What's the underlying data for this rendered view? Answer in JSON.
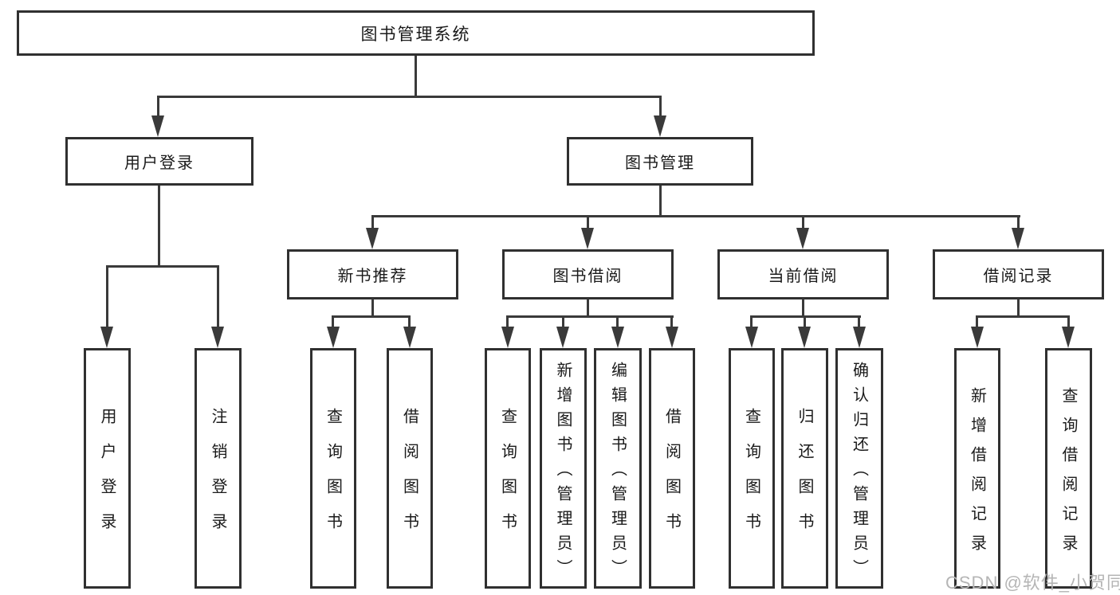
{
  "diagram": {
    "root": {
      "label": "图书管理系统"
    },
    "branches": [
      {
        "label": "用户登录",
        "children": [
          {
            "label": "用户登录"
          },
          {
            "label": "注销登录"
          }
        ]
      },
      {
        "label": "图书管理",
        "groups": [
          {
            "label": "新书推荐",
            "children": [
              {
                "label": "查询图书"
              },
              {
                "label": "借阅图书"
              }
            ]
          },
          {
            "label": "图书借阅",
            "children": [
              {
                "label": "查询图书"
              },
              {
                "label": "新增图书（管理员）"
              },
              {
                "label": "编辑图书（管理员）"
              },
              {
                "label": "借阅图书"
              }
            ]
          },
          {
            "label": "当前借阅",
            "children": [
              {
                "label": "查询图书"
              },
              {
                "label": "归还图书"
              },
              {
                "label": "确认归还（管理员）"
              }
            ]
          },
          {
            "label": "借阅记录",
            "children": [
              {
                "label": "新增借阅记录"
              },
              {
                "label": "查询借阅记录"
              }
            ]
          }
        ]
      }
    ]
  },
  "watermark": {
    "text": "CSDN @软件_小贺同学"
  },
  "colors": {
    "line": "#3a3a3a",
    "border": "#303030",
    "text": "#1a1a1a",
    "watermark": "#b5b5b5",
    "background": "#ffffff"
  }
}
